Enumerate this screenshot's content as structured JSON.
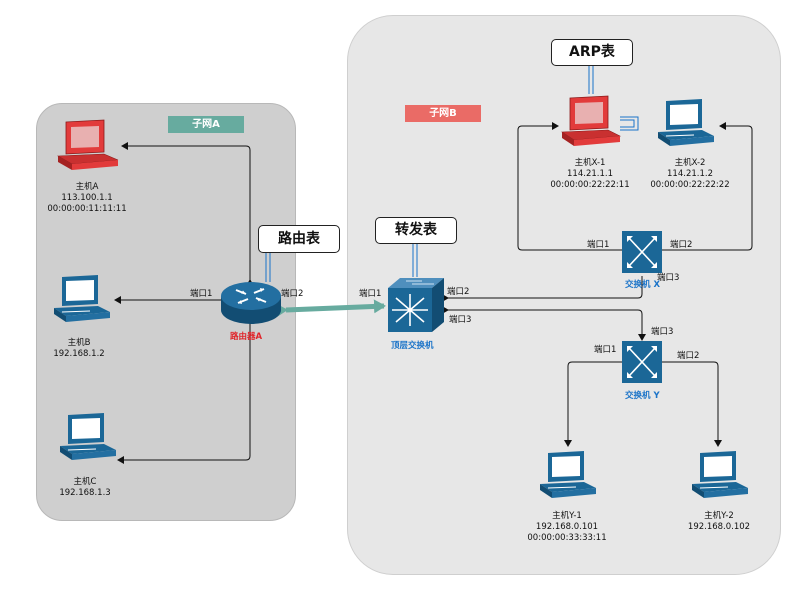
{
  "subnet_a": {
    "label": "子网A"
  },
  "subnet_b": {
    "label": "子网B"
  },
  "tables": {
    "routing": "路由表",
    "forwarding": "转发表",
    "arp": "ARP表"
  },
  "hosts": {
    "a": {
      "name": "主机A",
      "ip": "113.100.1.1",
      "mac": "00:00:00:11:11:11"
    },
    "b": {
      "name": "主机B",
      "ip": "192.168.1.2"
    },
    "c": {
      "name": "主机C",
      "ip": "192.168.1.3"
    },
    "x1": {
      "name": "主机X-1",
      "ip": "114.21.1.1",
      "mac": "00:00:00:22:22:11"
    },
    "x2": {
      "name": "主机X-2",
      "ip": "114.21.1.2",
      "mac": "00:00:00:22:22:22"
    },
    "y1": {
      "name": "主机Y-1",
      "ip": "192.168.0.101",
      "mac": "00:00:00:33:33:11"
    },
    "y2": {
      "name": "主机Y-2",
      "ip": "192.168.0.102"
    }
  },
  "devices": {
    "router": {
      "name": "路由器A",
      "port1": "端口1",
      "port2": "端口2"
    },
    "core": {
      "name": "顶层交换机",
      "port1": "端口1",
      "port2": "端口2",
      "port3": "端口3"
    },
    "switch_x": {
      "name": "交换机 X",
      "port1": "端口1",
      "port2": "端口2",
      "port3": "端口3"
    },
    "switch_y": {
      "name": "交换机 Y",
      "port1": "端口1",
      "port2": "端口2",
      "port3": "端口3"
    }
  },
  "colors": {
    "subnet_a_tag": "#67ab9f",
    "subnet_b_tag": "#ea6b66",
    "host_normal": "#1b6797",
    "host_highlight": "#e23b3b",
    "link_router_switch": "#67ab9f"
  }
}
